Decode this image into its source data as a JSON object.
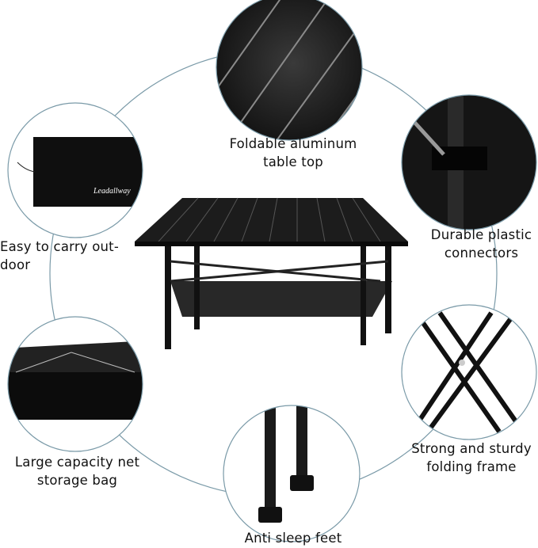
{
  "features": [
    {
      "id": "table-top",
      "label": "Foldable aluminum table top"
    },
    {
      "id": "connectors",
      "label": "Durable plastic connectors"
    },
    {
      "id": "frame",
      "label": "Strong and sturdy folding frame"
    },
    {
      "id": "feet",
      "label": "Anti sleep feet"
    },
    {
      "id": "net-bag",
      "label": "Large capacity net storage bag"
    },
    {
      "id": "carry",
      "label": "Easy to carry out-door"
    }
  ],
  "labels_display": {
    "table_top_1": "Foldable aluminum",
    "table_top_2": "table top",
    "connectors_1": "Durable plastic",
    "connectors_2": "connectors",
    "frame_1": "Strong and sturdy",
    "frame_2": "folding frame",
    "feet_1": "Anti sleep feet",
    "net_1": "Large capacity net",
    "net_2": "storage bag",
    "carry_1": "Easy to carry out-",
    "carry_2": "door"
  },
  "brand_logo": "Leadallway",
  "colors": {
    "ring": "#7a9aa8",
    "product": "#1a1a1a"
  }
}
